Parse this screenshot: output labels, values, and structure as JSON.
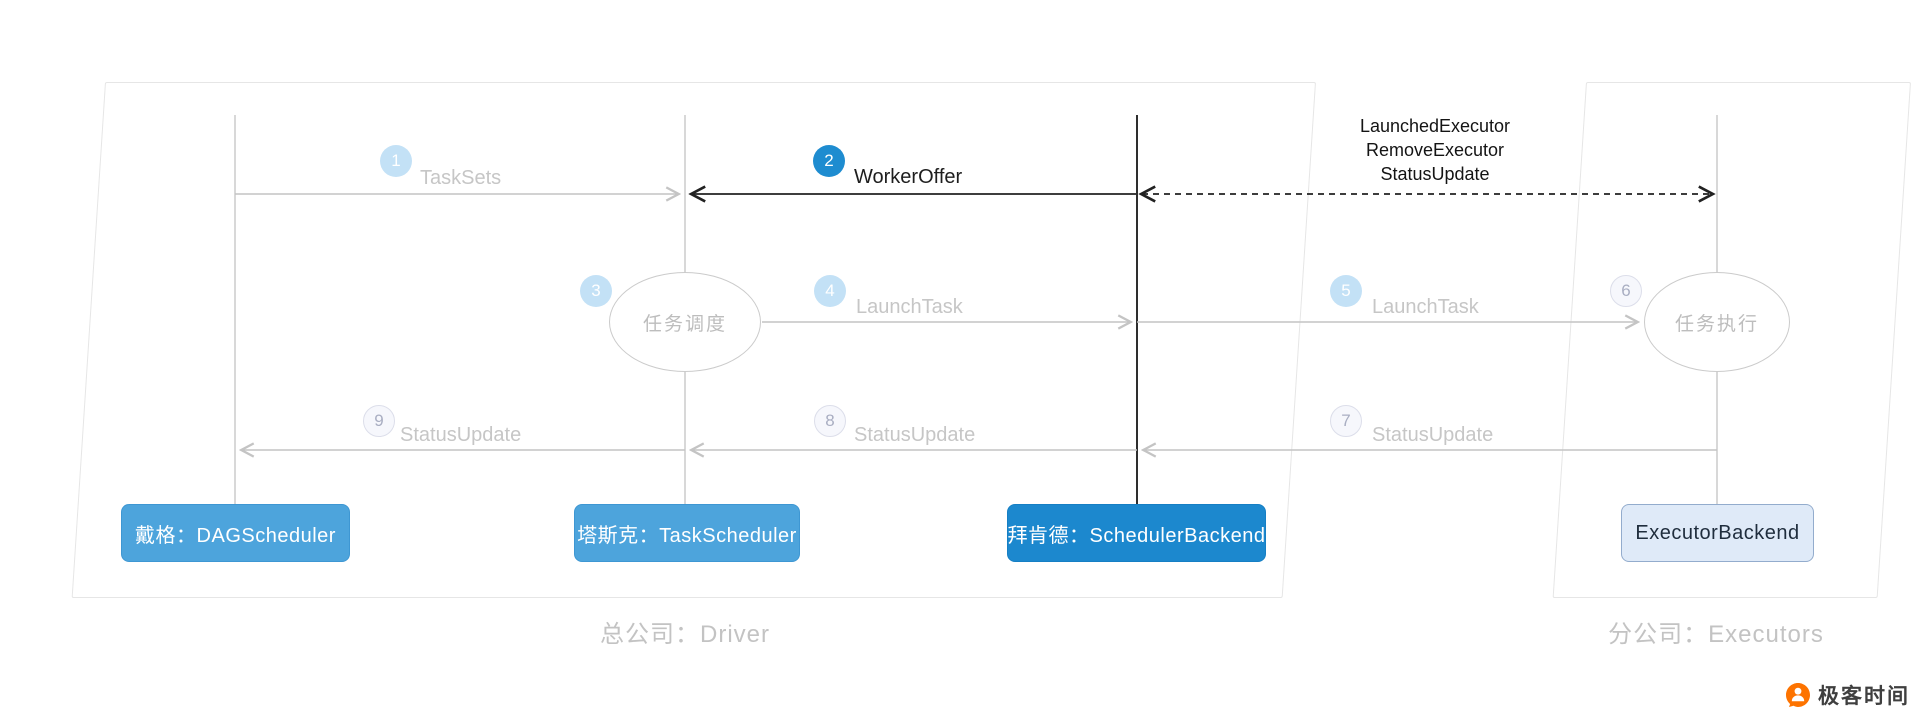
{
  "containers": {
    "driver": {
      "caption": "总公司：Driver"
    },
    "executors": {
      "caption": "分公司：Executors"
    }
  },
  "nodes": {
    "dag": {
      "label": "戴格：DAGScheduler"
    },
    "task": {
      "label": "塔斯克：TaskScheduler"
    },
    "backend": {
      "label": "拜肯德：SchedulerBackend"
    },
    "executor": {
      "label": "ExecutorBackend"
    }
  },
  "ellipses": {
    "schedule": {
      "label": "任务调度"
    },
    "execute": {
      "label": "任务执行"
    }
  },
  "steps": {
    "s1": {
      "num": "1",
      "label": "TaskSets"
    },
    "s2": {
      "num": "2",
      "label": "WorkerOffer"
    },
    "s3": {
      "num": "3",
      "label": ""
    },
    "s4": {
      "num": "4",
      "label": "LaunchTask"
    },
    "s5": {
      "num": "5",
      "label": "LaunchTask"
    },
    "s6": {
      "num": "6",
      "label": ""
    },
    "s7": {
      "num": "7",
      "label": "StatusUpdate"
    },
    "s8": {
      "num": "8",
      "label": "StatusUpdate"
    },
    "s9": {
      "num": "9",
      "label": "StatusUpdate"
    }
  },
  "dashed_link": {
    "line1": "LaunchedExecutor",
    "line2": "RemoveExecutor",
    "line3": "StatusUpdate"
  },
  "colors": {
    "accent_blue": "#1E8CD0",
    "node_blue": "#4DA4DC",
    "node_dark_blue": "#1C88CE",
    "node_light_blue": "#DFEAF8",
    "inactive_gray": "#C6C6C6",
    "logo_orange": "#FD7300"
  },
  "logo": {
    "text": "极客时间"
  }
}
